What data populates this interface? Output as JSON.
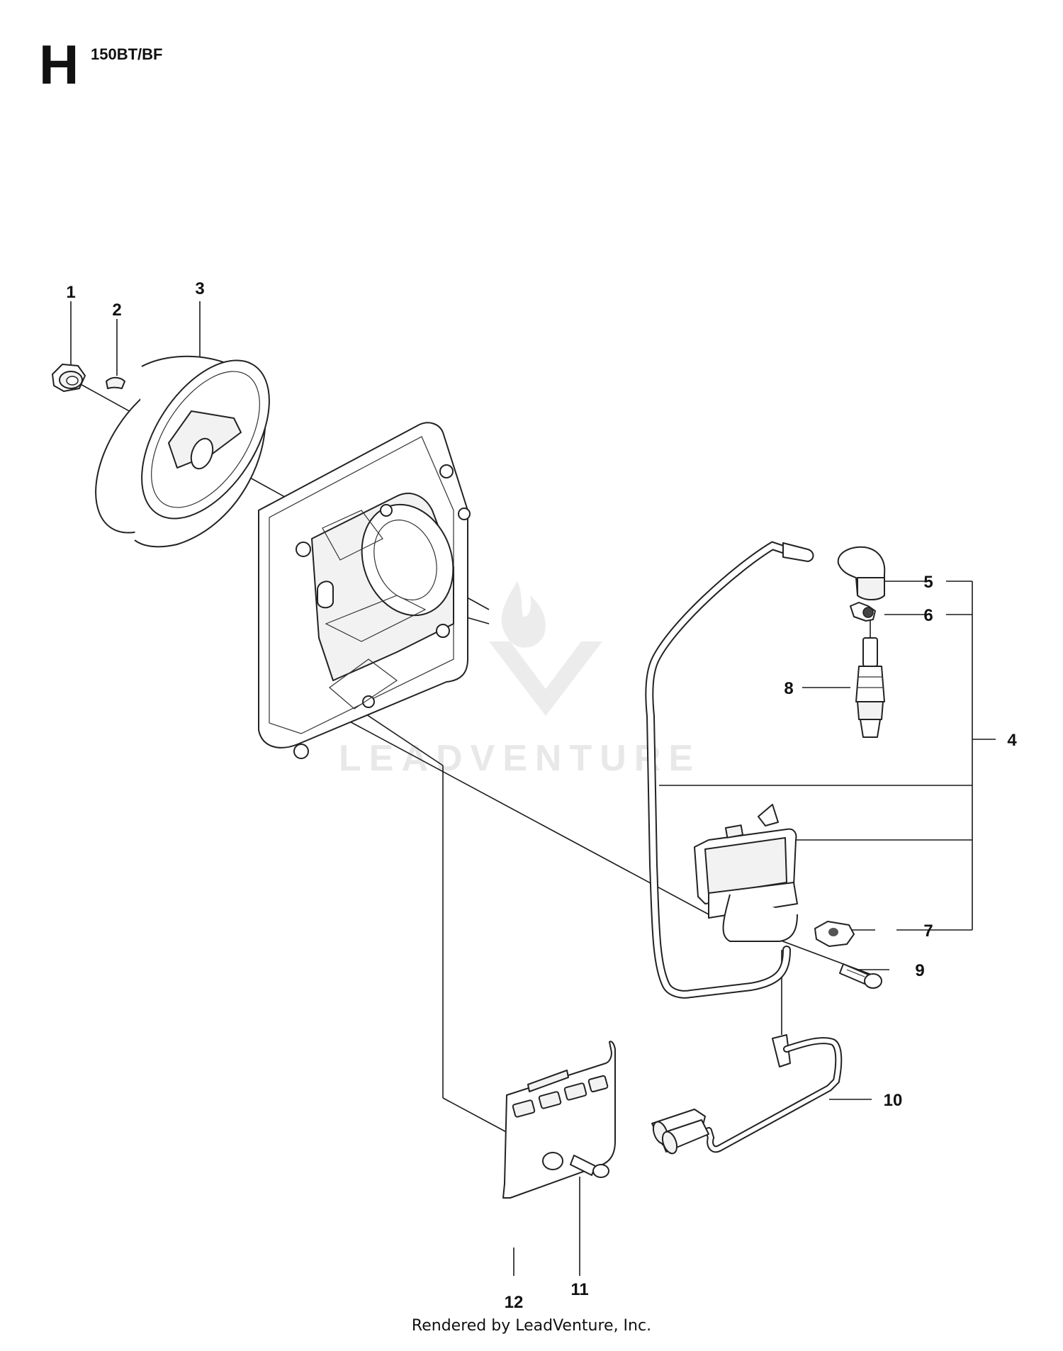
{
  "header": {
    "section_letter": "H",
    "model": "150BT/BF"
  },
  "watermark": {
    "text": "LEADVENTURE"
  },
  "footer": {
    "credit": "Rendered by LeadVenture, Inc."
  },
  "callouts": [
    {
      "id": "1",
      "label": "1"
    },
    {
      "id": "2",
      "label": "2"
    },
    {
      "id": "3",
      "label": "3"
    },
    {
      "id": "4",
      "label": "4"
    },
    {
      "id": "5",
      "label": "5"
    },
    {
      "id": "6",
      "label": "6"
    },
    {
      "id": "7",
      "label": "7"
    },
    {
      "id": "8",
      "label": "8"
    },
    {
      "id": "9",
      "label": "9"
    },
    {
      "id": "10",
      "label": "10"
    },
    {
      "id": "11",
      "label": "11"
    },
    {
      "id": "12",
      "label": "12"
    }
  ]
}
